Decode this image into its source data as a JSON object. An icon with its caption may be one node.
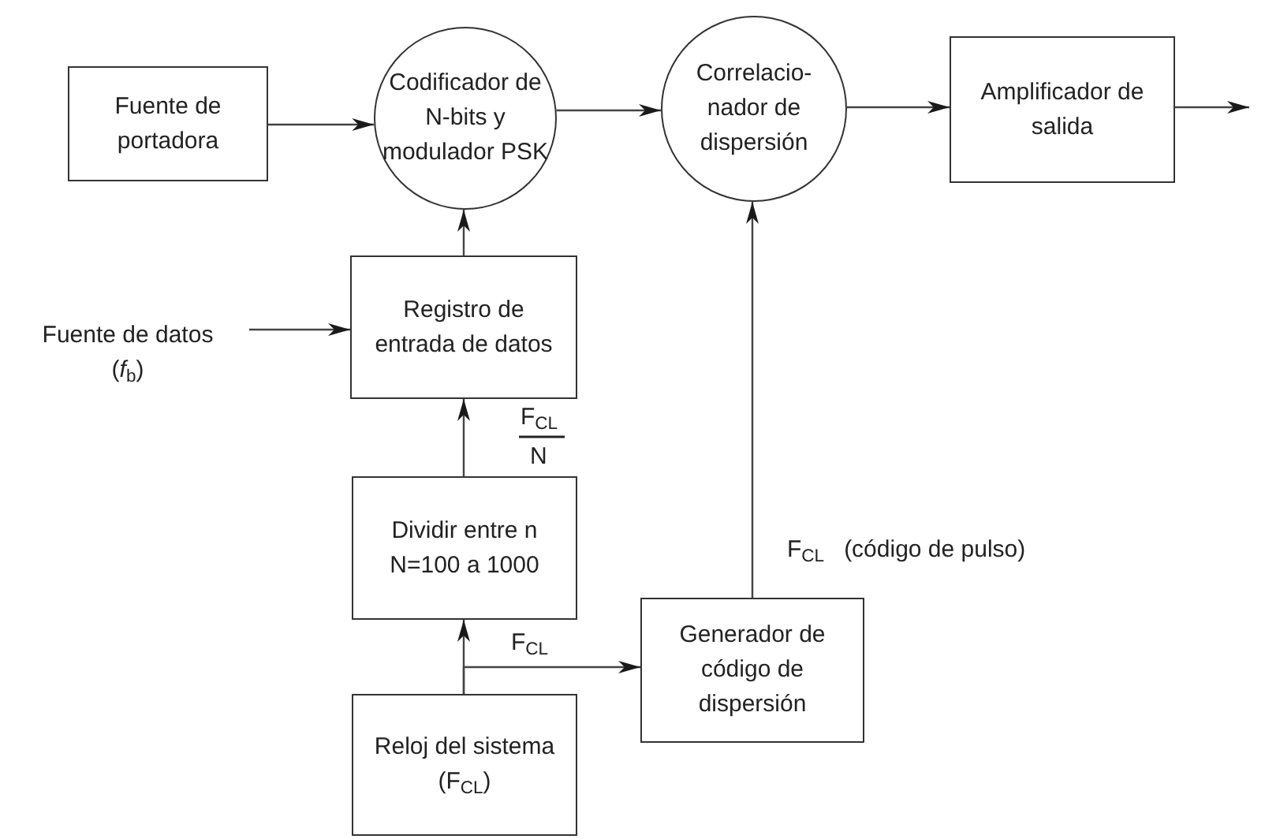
{
  "diagram": {
    "nodes": [
      {
        "text": [
          "Fuente de portadora"
        ]
      },
      {
        "text": [
          "Codificador de N-bits y modulador PSK"
        ]
      },
      {
        "text": [
          "Correlacio- nador de dispersión"
        ]
      },
      {
        "text": [
          "Amplificador de salida"
        ]
      },
      {
        "text": [
          "Fuente de datos",
          "(*f*$_{b}$)"
        ]
      },
      {
        "text": [
          "Registro de entrada de datos"
        ]
      },
      {
        "text": [
          "Dividir entre n N=100 a 1000"
        ]
      },
      {
        "text": [
          "Reloj del sistema (F$_{CL}$)"
        ]
      },
      {
        "text": [
          "Generador de código de dispersión"
        ]
      }
    ],
    "edges": [
      {
        "from": 0,
        "to": 1,
        "arrow": "to"
      },
      {
        "from": 1,
        "to": 2,
        "arrow": "to"
      },
      {
        "from": 2,
        "to": 3,
        "arrow": "to"
      },
      {
        "from": 3,
        "to": null,
        "arrow": "to"
      },
      {
        "from": 4,
        "to": 5,
        "arrow": "to"
      },
      {
        "from": 5,
        "to": 1,
        "arrow": "to"
      },
      {
        "from": 6,
        "to": 5,
        "arrow": "to"
      },
      {
        "from": 7,
        "to": 6,
        "arrow": "to"
      },
      {
        "from": 7,
        "to": 8,
        "arrow": "to",
        "label": "F$_{CL}$"
      },
      {
        "from": 8,
        "to": 2,
        "arrow": "to",
        "label": "F$_{CL}$   (código de pulso)"
      }
    ],
    "labels": [
      "F$_{CL}$",
      "N"
    ]
  }
}
